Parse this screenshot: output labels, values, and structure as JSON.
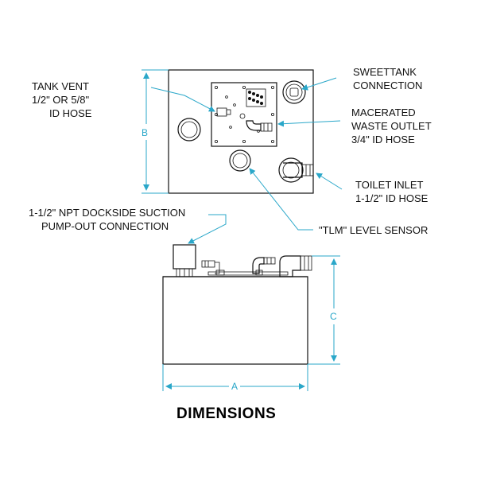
{
  "labels": {
    "tank_vent": [
      "TANK VENT",
      "1/2\" OR 5/8\"",
      "ID HOSE"
    ],
    "sweettank": [
      "SWEETTANK",
      "CONNECTION"
    ],
    "macerated": [
      "MACERATED",
      "WASTE OUTLET",
      "3/4\" ID HOSE"
    ],
    "toilet_inlet": [
      "TOILET INLET",
      "1-1/2\" ID HOSE"
    ],
    "pumpout": [
      "1-1/2\" NPT DOCKSIDE SUCTION",
      "PUMP-OUT CONNECTION"
    ],
    "tlm": "\"TLM\" LEVEL SENSOR"
  },
  "dimensions": {
    "a": "A",
    "b": "B",
    "c": "C"
  },
  "title": "DIMENSIONS",
  "colors": {
    "dimension": "#2aa7c9",
    "line": "#111111"
  }
}
